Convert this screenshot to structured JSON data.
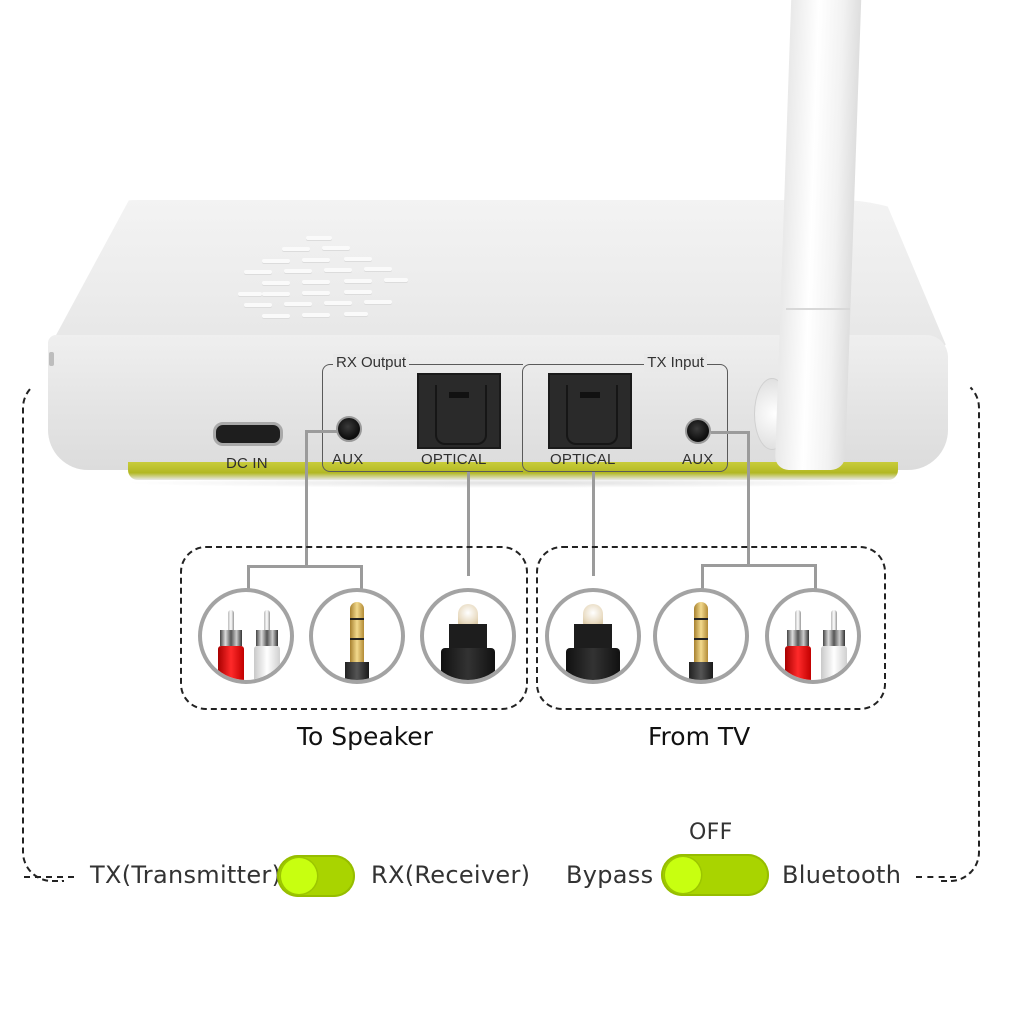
{
  "device": {
    "ports": {
      "dc_in": "DC IN",
      "rx_group_title": "RX Output",
      "tx_group_title": "TX Input",
      "rx_aux": "AUX",
      "rx_optical": "OPTICAL",
      "tx_optical": "OPTICAL",
      "tx_aux": "AUX"
    }
  },
  "groups": {
    "to_speaker": {
      "caption": "To Speaker",
      "connectors": [
        "rca-red-white",
        "3.5mm-aux",
        "toslink-optical"
      ]
    },
    "from_tv": {
      "caption": "From TV",
      "connectors": [
        "toslink-optical",
        "3.5mm-aux",
        "rca-red-white"
      ]
    }
  },
  "switches": {
    "mode": {
      "left_label": "TX(Transmitter)",
      "right_label": "RX(Receiver)",
      "position": "left"
    },
    "bypass": {
      "top_label": "OFF",
      "left_label": "Bypass",
      "right_label": "Bluetooth",
      "position": "left"
    }
  },
  "colors": {
    "toggle_track": "#a9d400",
    "toggle_knob": "#c8ff10",
    "device_base_accent": "#b2b823",
    "connector_line": "#9b9b9b",
    "rca_red": "#e0141a",
    "rca_white": "#eeeeee"
  }
}
